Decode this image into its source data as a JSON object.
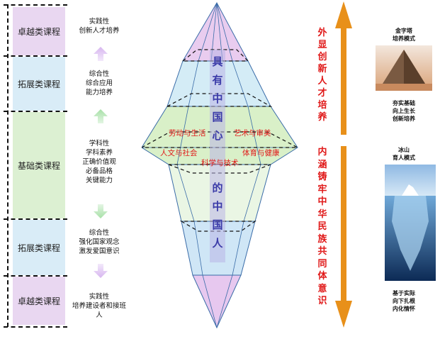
{
  "left_panel": {
    "bands": [
      {
        "label": "卓越类课程",
        "color": "#e9d7f1"
      },
      {
        "label": "拓展类课程",
        "color": "#d9ecf7"
      },
      {
        "label": "基础类课程",
        "color": "#dcf0d2"
      },
      {
        "label": "拓展类课程",
        "color": "#d9ecf7"
      },
      {
        "label": "卓越类课程",
        "color": "#e9d7f1"
      }
    ],
    "descriptions": [
      [
        "实践性",
        "创新人才培养"
      ],
      [
        "综合性",
        "综合应用",
        "能力培养"
      ],
      [
        "学科性",
        "学科素养",
        "正确价值观",
        "必备品格",
        "关键能力"
      ],
      [
        "综合性",
        "强化国家观念",
        "激发爱国意识"
      ],
      [
        "实践性",
        "培养建设者和接班人"
      ]
    ]
  },
  "diamond": {
    "vertical_top": "具有中国心",
    "vertical_bottom": "的中国人",
    "labels": {
      "labor": "劳动与生活",
      "art": "艺术与审美",
      "humanities": "人文与社会",
      "sports": "体育与健康",
      "science": "科学与技术"
    }
  },
  "right_panel": {
    "outer_text": "外显创新人才培养",
    "inner_text": "内涵铸牢中华民族共同体意识",
    "pyramid_title": [
      "金字塔",
      "培养模式"
    ],
    "pyramid_caption": [
      "夯实基础",
      "向上生长",
      "创新培养"
    ],
    "iceberg_title": [
      "冰山",
      "育人模式"
    ],
    "iceberg_caption": [
      "基于实际",
      "向下扎根",
      "内化情怀"
    ],
    "arrow_color": "#e8901a"
  }
}
